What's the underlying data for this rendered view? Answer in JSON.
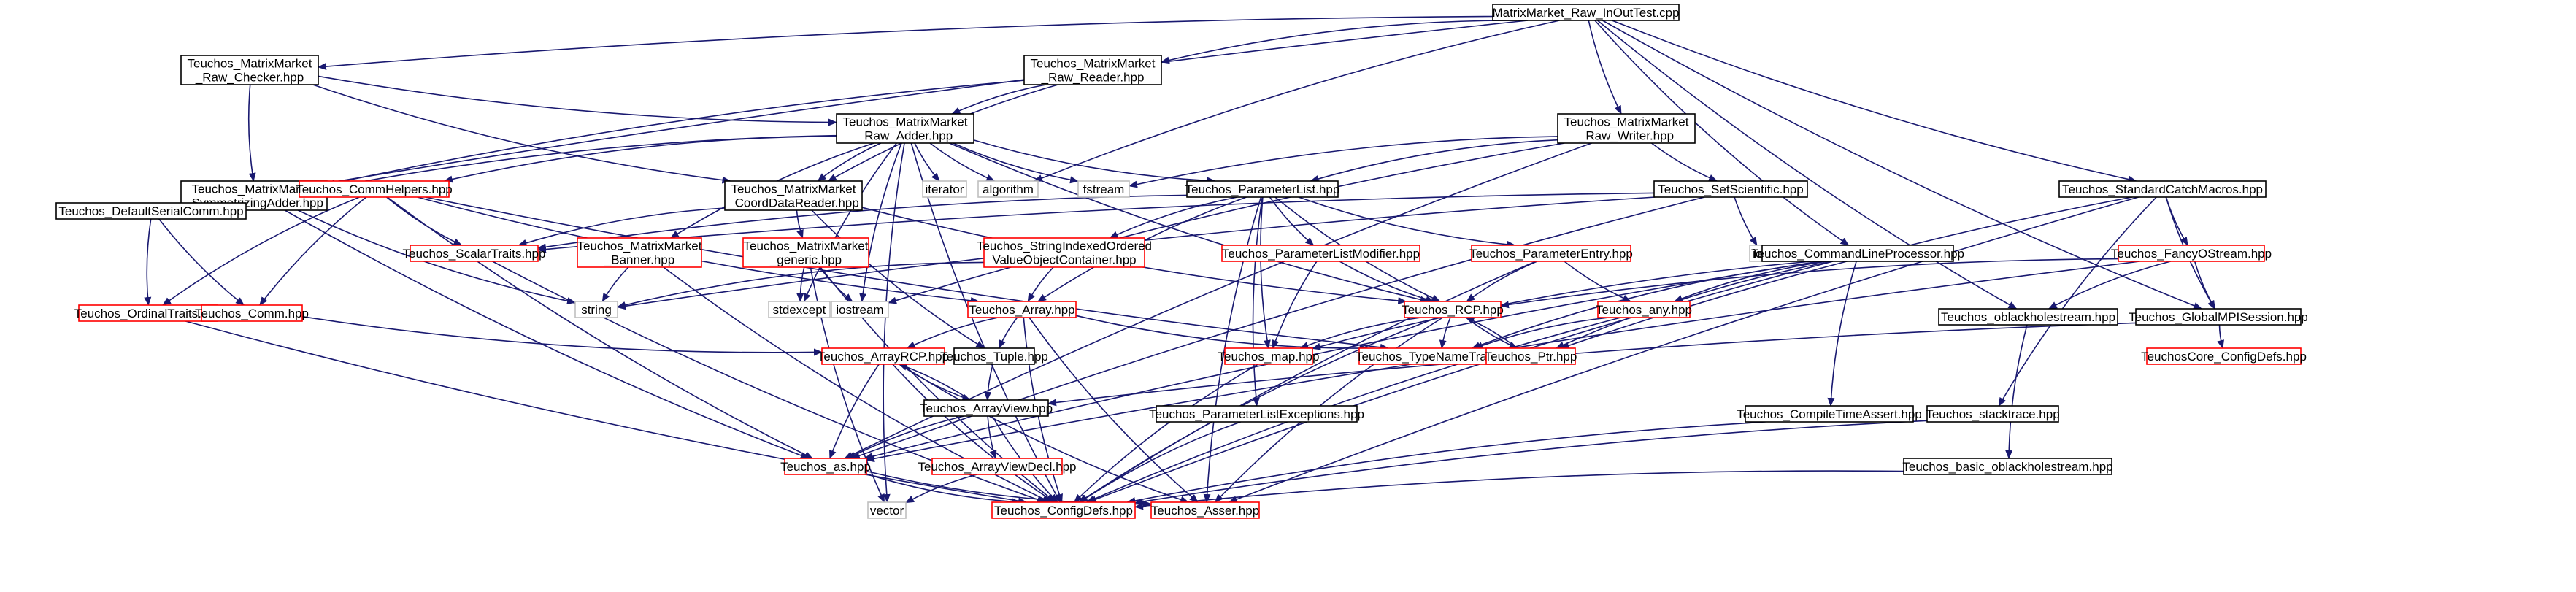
{
  "colors": {
    "edge": "#191970",
    "border_documented": "#000000",
    "border_undocumented": "#ff0000",
    "border_external": "#bfbfbf",
    "root_fill": "#bfbfbf"
  },
  "nodes": [
    {
      "id": "root",
      "lines": [
        "MatrixMarket_Raw_InOutTest.cpp"
      ],
      "kind": "root"
    },
    {
      "id": "checker",
      "lines": [
        "Teuchos_MatrixMarket",
        "_Raw_Checker.hpp"
      ],
      "kind": "doc"
    },
    {
      "id": "reader",
      "lines": [
        "Teuchos_MatrixMarket",
        "_Raw_Reader.hpp"
      ],
      "kind": "doc"
    },
    {
      "id": "adder",
      "lines": [
        "Teuchos_MatrixMarket",
        "_Raw_Adder.hpp"
      ],
      "kind": "doc"
    },
    {
      "id": "writer",
      "lines": [
        "Teuchos_MatrixMarket",
        "_Raw_Writer.hpp"
      ],
      "kind": "doc"
    },
    {
      "id": "catch",
      "lines": [
        "Teuchos_StandardCatchMacros.hpp"
      ],
      "kind": "doc"
    },
    {
      "id": "symm",
      "lines": [
        "Teuchos_MatrixMarket",
        "_SymmetrizingAdder.hpp"
      ],
      "kind": "doc"
    },
    {
      "id": "commhelp",
      "lines": [
        "Teuchos_CommHelpers.hpp"
      ],
      "kind": "red"
    },
    {
      "id": "coord",
      "lines": [
        "Teuchos_MatrixMarket",
        "_CoordDataReader.hpp"
      ],
      "kind": "doc"
    },
    {
      "id": "iterator",
      "lines": [
        "iterator"
      ],
      "kind": "ext"
    },
    {
      "id": "algorithm",
      "lines": [
        "algorithm"
      ],
      "kind": "ext"
    },
    {
      "id": "fstream",
      "lines": [
        "fstream"
      ],
      "kind": "ext"
    },
    {
      "id": "plist",
      "lines": [
        "Teuchos_ParameterList.hpp"
      ],
      "kind": "doc"
    },
    {
      "id": "setsci",
      "lines": [
        "Teuchos_SetScientific.hpp"
      ],
      "kind": "doc"
    },
    {
      "id": "defcomm",
      "lines": [
        "Teuchos_DefaultSerialComm.hpp"
      ],
      "kind": "doc"
    },
    {
      "id": "scalar",
      "lines": [
        "Teuchos_ScalarTraits.hpp"
      ],
      "kind": "red"
    },
    {
      "id": "banner",
      "lines": [
        "Teuchos_MatrixMarket",
        "_Banner.hpp"
      ],
      "kind": "red"
    },
    {
      "id": "generic",
      "lines": [
        "Teuchos_MatrixMarket",
        "_generic.hpp"
      ],
      "kind": "red"
    },
    {
      "id": "sioc",
      "lines": [
        "Teuchos_StringIndexedOrdered",
        "ValueObjectContainer.hpp"
      ],
      "kind": "red"
    },
    {
      "id": "plmod",
      "lines": [
        "Teuchos_ParameterListModifier.hpp"
      ],
      "kind": "red"
    },
    {
      "id": "pentry",
      "lines": [
        "Teuchos_ParameterEntry.hpp"
      ],
      "kind": "red"
    },
    {
      "id": "ios",
      "lines": [
        "ios"
      ],
      "kind": "ext"
    },
    {
      "id": "clp",
      "lines": [
        "Teuchos_CommandLineProcessor.hpp"
      ],
      "kind": "doc"
    },
    {
      "id": "fancy",
      "lines": [
        "Teuchos_FancyOStream.hpp"
      ],
      "kind": "red"
    },
    {
      "id": "ordinal",
      "lines": [
        "Teuchos_OrdinalTraits.hpp"
      ],
      "kind": "red"
    },
    {
      "id": "comm",
      "lines": [
        "Teuchos_Comm.hpp"
      ],
      "kind": "red"
    },
    {
      "id": "string",
      "lines": [
        "string"
      ],
      "kind": "ext"
    },
    {
      "id": "stdexcept",
      "lines": [
        "stdexcept"
      ],
      "kind": "ext"
    },
    {
      "id": "iostream",
      "lines": [
        "iostream"
      ],
      "kind": "ext"
    },
    {
      "id": "array",
      "lines": [
        "Teuchos_Array.hpp"
      ],
      "kind": "red"
    },
    {
      "id": "rcp",
      "lines": [
        "Teuchos_RCP.hpp"
      ],
      "kind": "red"
    },
    {
      "id": "any",
      "lines": [
        "Teuchos_any.hpp"
      ],
      "kind": "red"
    },
    {
      "id": "oblack",
      "lines": [
        "Teuchos_oblackholestream.hpp"
      ],
      "kind": "doc"
    },
    {
      "id": "gmpi",
      "lines": [
        "Teuchos_GlobalMPISession.hpp"
      ],
      "kind": "doc"
    },
    {
      "id": "arcp",
      "lines": [
        "Teuchos_ArrayRCP.hpp"
      ],
      "kind": "red"
    },
    {
      "id": "tuple",
      "lines": [
        "Teuchos_Tuple.hpp"
      ],
      "kind": "doc"
    },
    {
      "id": "map",
      "lines": [
        "Teuchos_map.hpp"
      ],
      "kind": "red"
    },
    {
      "id": "typename",
      "lines": [
        "Teuchos_TypeNameTraits.hpp"
      ],
      "kind": "red"
    },
    {
      "id": "ptr",
      "lines": [
        "Teuchos_Ptr.hpp"
      ],
      "kind": "red"
    },
    {
      "id": "tcfg",
      "lines": [
        "TeuchosCore_ConfigDefs.hpp"
      ],
      "kind": "red"
    },
    {
      "id": "aview",
      "lines": [
        "Teuchos_ArrayView.hpp"
      ],
      "kind": "doc"
    },
    {
      "id": "plexc",
      "lines": [
        "Teuchos_ParameterListExceptions.hpp"
      ],
      "kind": "doc"
    },
    {
      "id": "cta",
      "lines": [
        "Teuchos_CompileTimeAssert.hpp"
      ],
      "kind": "doc"
    },
    {
      "id": "stack",
      "lines": [
        "Teuchos_stacktrace.hpp"
      ],
      "kind": "doc"
    },
    {
      "id": "as",
      "lines": [
        "Teuchos_as.hpp"
      ],
      "kind": "red"
    },
    {
      "id": "avdecl",
      "lines": [
        "Teuchos_ArrayViewDecl.hpp"
      ],
      "kind": "red"
    },
    {
      "id": "bob",
      "lines": [
        "Teuchos_basic_oblackholestream.hpp"
      ],
      "kind": "doc"
    },
    {
      "id": "vector",
      "lines": [
        "vector"
      ],
      "kind": "ext"
    },
    {
      "id": "cfg",
      "lines": [
        "Teuchos_ConfigDefs.hpp"
      ],
      "kind": "red"
    },
    {
      "id": "assert",
      "lines": [
        "Teuchos_Asser.hpp"
      ],
      "kind": "red"
    }
  ],
  "edges": [
    [
      "root",
      "checker"
    ],
    [
      "root",
      "reader"
    ],
    [
      "root",
      "writer"
    ],
    [
      "root",
      "catch"
    ],
    [
      "root",
      "defcomm"
    ],
    [
      "root",
      "algorithm"
    ],
    [
      "root",
      "clp"
    ],
    [
      "root",
      "oblack"
    ],
    [
      "root",
      "gmpi"
    ],
    [
      "checker",
      "symm"
    ],
    [
      "checker",
      "adder"
    ],
    [
      "checker",
      "coord"
    ],
    [
      "reader",
      "adder"
    ],
    [
      "reader",
      "coord"
    ],
    [
      "reader",
      "symm"
    ],
    [
      "adder",
      "commhelp"
    ],
    [
      "adder",
      "coord"
    ],
    [
      "adder",
      "iterator"
    ],
    [
      "adder",
      "algorithm"
    ],
    [
      "adder",
      "fstream"
    ],
    [
      "adder",
      "plist"
    ],
    [
      "adder",
      "banner"
    ],
    [
      "adder",
      "stdexcept"
    ],
    [
      "adder",
      "iostream"
    ],
    [
      "adder",
      "rcp"
    ],
    [
      "adder",
      "vector"
    ],
    [
      "adder",
      "cfg"
    ],
    [
      "adder",
      "symm"
    ],
    [
      "writer",
      "plist"
    ],
    [
      "writer",
      "setsci"
    ],
    [
      "writer",
      "fstream"
    ],
    [
      "writer",
      "iostream"
    ],
    [
      "writer",
      "as"
    ],
    [
      "symm",
      "defcomm"
    ],
    [
      "symm",
      "string"
    ],
    [
      "symm",
      "as"
    ],
    [
      "commhelp",
      "scalar"
    ],
    [
      "commhelp",
      "defcomm"
    ],
    [
      "commhelp",
      "ordinal"
    ],
    [
      "commhelp",
      "comm"
    ],
    [
      "commhelp",
      "array"
    ],
    [
      "commhelp",
      "typename"
    ],
    [
      "commhelp",
      "as"
    ],
    [
      "coord",
      "scalar"
    ],
    [
      "coord",
      "generic"
    ],
    [
      "coord",
      "rcp"
    ],
    [
      "coord",
      "tuple"
    ],
    [
      "plist",
      "sioc"
    ],
    [
      "plist",
      "plmod"
    ],
    [
      "plist",
      "pentry"
    ],
    [
      "plist",
      "array"
    ],
    [
      "plist",
      "rcp"
    ],
    [
      "plist",
      "map"
    ],
    [
      "plist",
      "plexc"
    ],
    [
      "plist",
      "assert"
    ],
    [
      "plist",
      "scalar"
    ],
    [
      "setsci",
      "scalar"
    ],
    [
      "setsci",
      "ios"
    ],
    [
      "setsci",
      "string"
    ],
    [
      "setsci",
      "as"
    ],
    [
      "catch",
      "fancy"
    ],
    [
      "catch",
      "gmpi"
    ],
    [
      "catch",
      "stack"
    ],
    [
      "catch",
      "ptr"
    ],
    [
      "catch",
      "assert"
    ],
    [
      "defcomm",
      "ordinal"
    ],
    [
      "defcomm",
      "comm"
    ],
    [
      "scalar",
      "cfg"
    ],
    [
      "banner",
      "string"
    ],
    [
      "banner",
      "cfg"
    ],
    [
      "generic",
      "stdexcept"
    ],
    [
      "generic",
      "iostream"
    ],
    [
      "generic",
      "vector"
    ],
    [
      "generic",
      "cfg"
    ],
    [
      "sioc",
      "array"
    ],
    [
      "sioc",
      "string"
    ],
    [
      "plmod",
      "rcp"
    ],
    [
      "plmod",
      "map"
    ],
    [
      "pentry",
      "rcp"
    ],
    [
      "pentry",
      "any"
    ],
    [
      "pentry",
      "cfg"
    ],
    [
      "clp",
      "any"
    ],
    [
      "clp",
      "map"
    ],
    [
      "clp",
      "ptr"
    ],
    [
      "clp",
      "typename"
    ],
    [
      "clp",
      "cta"
    ],
    [
      "clp",
      "as"
    ],
    [
      "clp",
      "cfg"
    ],
    [
      "fancy",
      "oblack"
    ],
    [
      "fancy",
      "gmpi"
    ],
    [
      "fancy",
      "rcp"
    ],
    [
      "fancy",
      "as"
    ],
    [
      "ordinal",
      "cfg"
    ],
    [
      "comm",
      "arcp"
    ],
    [
      "array",
      "arcp"
    ],
    [
      "array",
      "tuple"
    ],
    [
      "array",
      "typename"
    ],
    [
      "array",
      "assert"
    ],
    [
      "array",
      "cfg"
    ],
    [
      "rcp",
      "ptr"
    ],
    [
      "rcp",
      "typename"
    ],
    [
      "rcp",
      "map"
    ],
    [
      "rcp",
      "assert"
    ],
    [
      "rcp",
      "cfg"
    ],
    [
      "ptr",
      "rcp"
    ],
    [
      "any",
      "typename"
    ],
    [
      "any",
      "cfg"
    ],
    [
      "oblack",
      "bob"
    ],
    [
      "gmpi",
      "tcfg"
    ],
    [
      "gmpi",
      "aview"
    ],
    [
      "arcp",
      "aview"
    ],
    [
      "arcp",
      "as"
    ],
    [
      "arcp",
      "assert"
    ],
    [
      "arcp",
      "cfg"
    ],
    [
      "aview",
      "arcp"
    ],
    [
      "tuple",
      "aview"
    ],
    [
      "map",
      "cfg"
    ],
    [
      "aview",
      "avdecl"
    ],
    [
      "aview",
      "as"
    ],
    [
      "aview",
      "cfg"
    ],
    [
      "plexc",
      "cfg"
    ],
    [
      "cta",
      "cfg"
    ],
    [
      "stack",
      "cfg"
    ],
    [
      "as",
      "cfg"
    ],
    [
      "as",
      "assert"
    ],
    [
      "avdecl",
      "vector"
    ],
    [
      "bob",
      "cfg"
    ]
  ]
}
